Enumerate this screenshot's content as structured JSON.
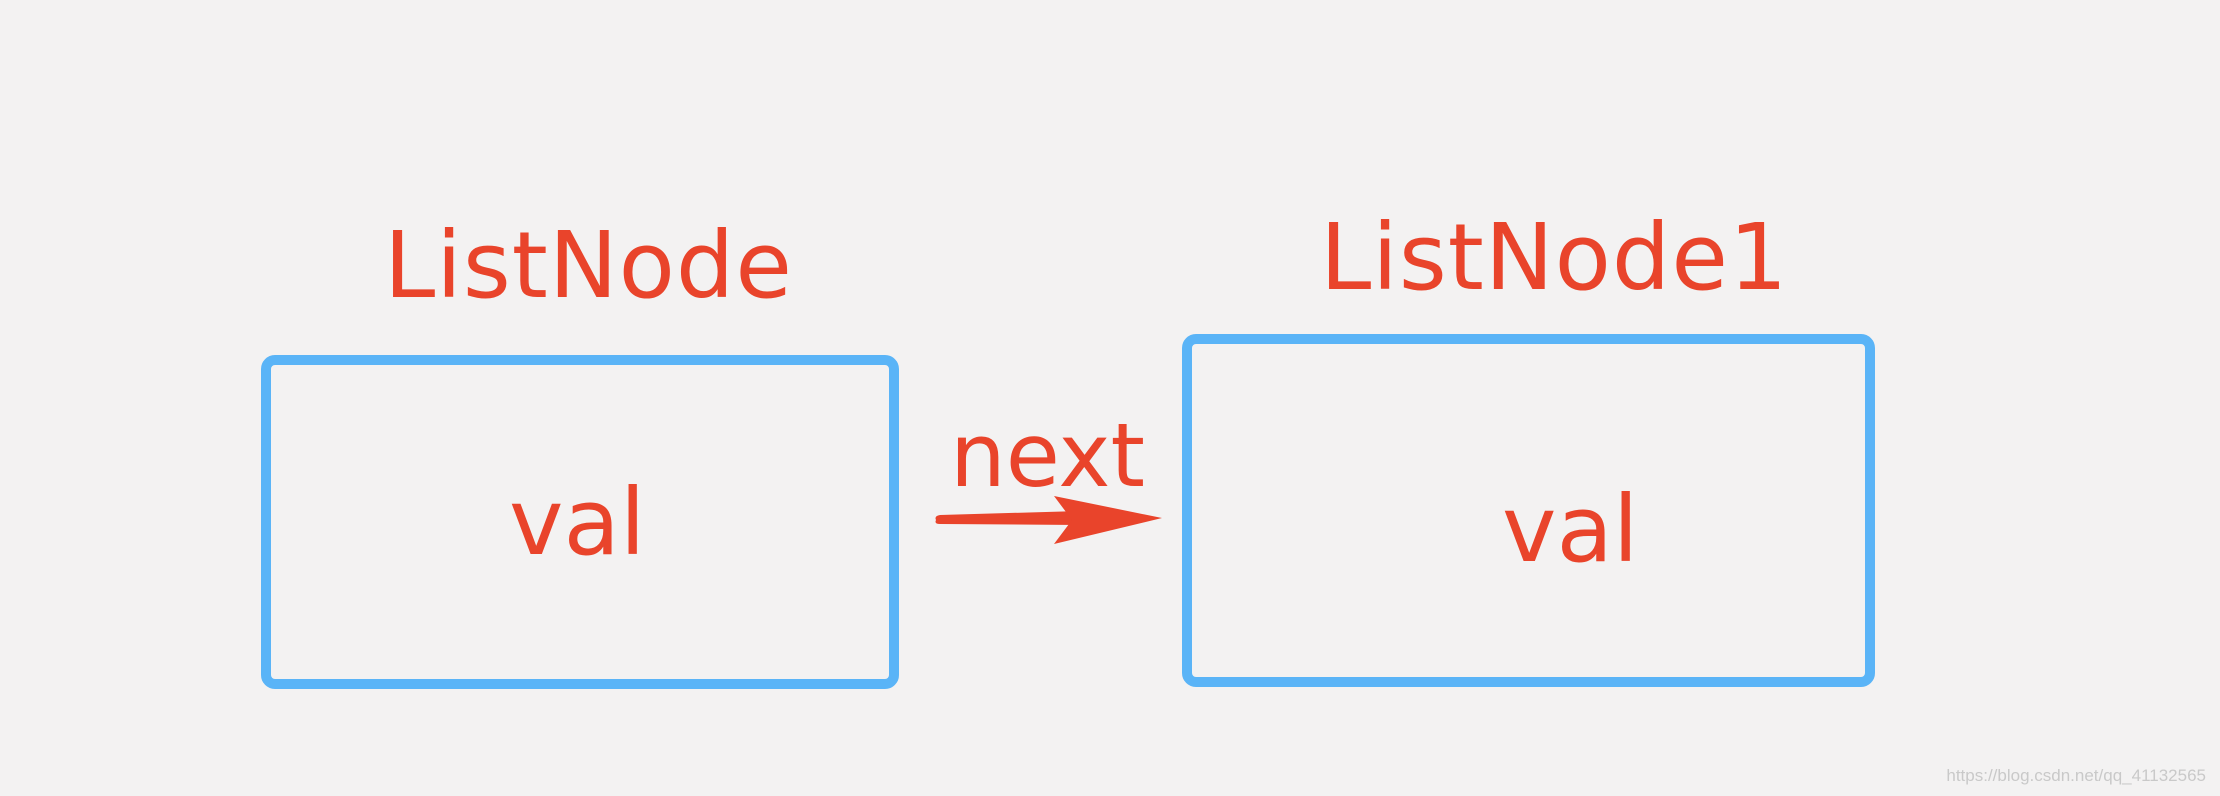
{
  "diagram": {
    "nodes": [
      {
        "id": "node-1",
        "title": "ListNode",
        "field": "val"
      },
      {
        "id": "node-2",
        "title": "ListNode1",
        "field": "val"
      }
    ],
    "edge": {
      "from": "node-1",
      "to": "node-2",
      "label": "next"
    }
  },
  "watermark": "https://blog.csdn.net/qq_41132565",
  "colors": {
    "background": "#f3f2f2",
    "box_border": "#5ab4f7",
    "text": "#e9442b",
    "arrow": "#e9442b",
    "watermark": "#c9c9c9"
  }
}
